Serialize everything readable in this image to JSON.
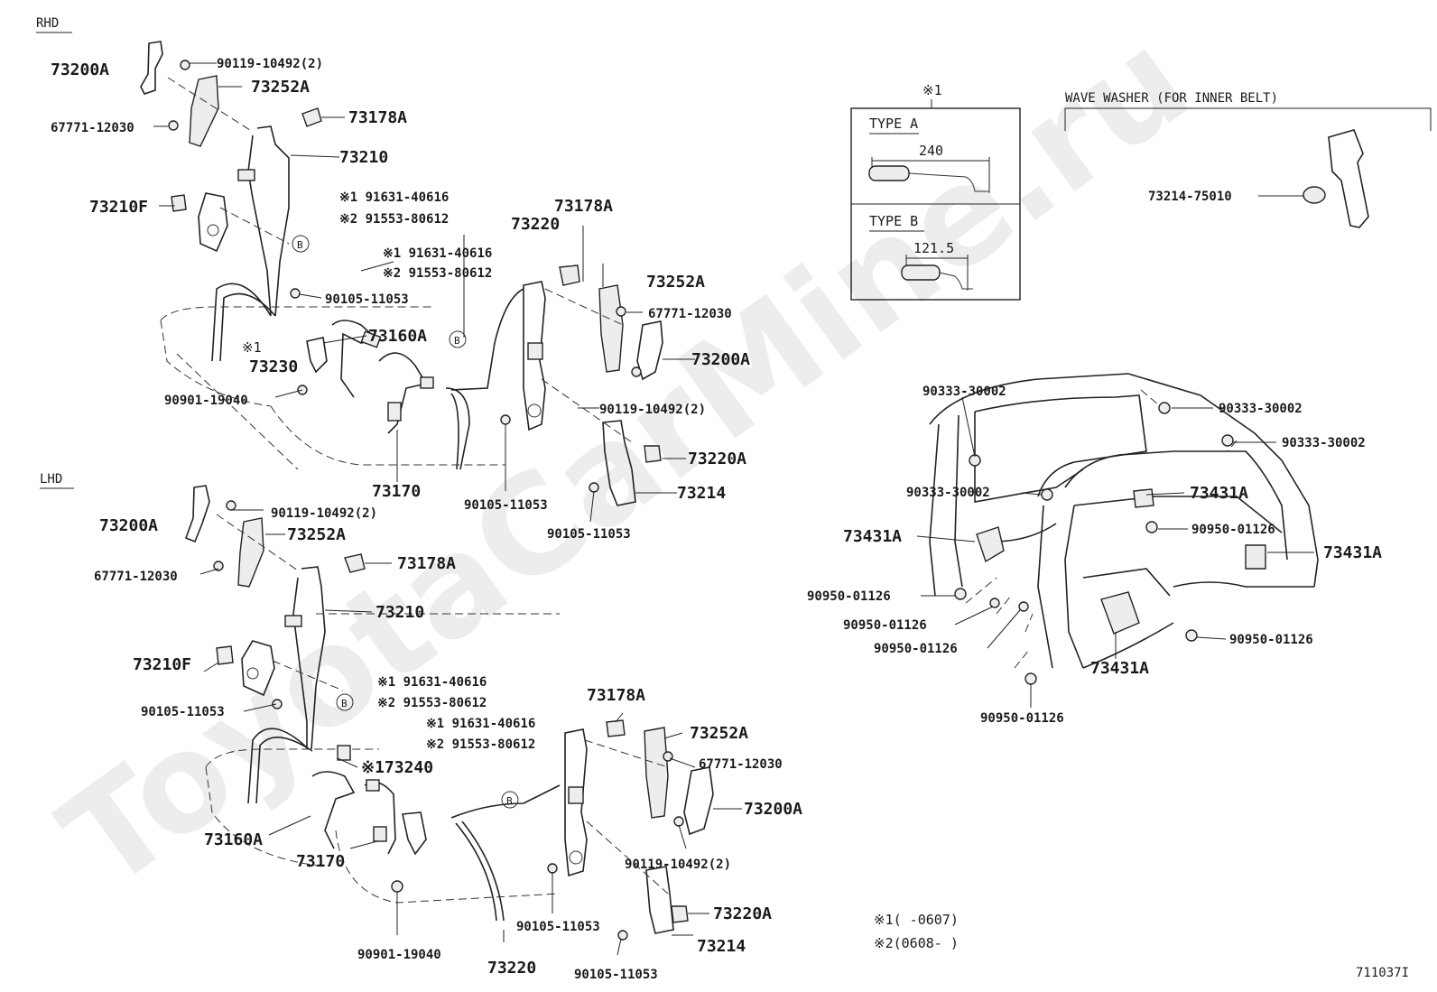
{
  "sections": {
    "rhd": "RHD",
    "lhd": "LHD"
  },
  "watermark": "ToyotaCarMine.ru",
  "inset": {
    "marker": "※1",
    "type_a": {
      "title": "TYPE A",
      "dim": "240"
    },
    "type_b": {
      "title": "TYPE B",
      "dim": "121.5"
    }
  },
  "wave_washer": {
    "title": "WAVE WASHER (FOR INNER BELT)",
    "part": "73214-75010"
  },
  "legend": {
    "note1": "※1(      -0607)",
    "note2": "※2(0608-      )"
  },
  "diagram_code": "711037I",
  "labels": {
    "r_73200A_a": "73200A",
    "r_90119_a": "90119-10492(2)",
    "r_73252A_a": "73252A",
    "r_67771_a": "67771-12030",
    "r_73178A_a": "73178A",
    "r_73210": "73210",
    "r_73210F": "73210F",
    "r_91631_a": "※1 91631-40616",
    "r_91553_a": "※2 91553-80612",
    "r_91631_b": "※1 91631-40616",
    "r_91553_b": "※2 91553-80612",
    "r_73220": "73220",
    "r_73178A_b": "73178A",
    "r_73252A_b": "73252A",
    "r_67771_b": "67771-12030",
    "r_90105_a": "90105-11053",
    "r_73160A": "73160A",
    "r_x1": "※1",
    "r_73230": "73230",
    "r_73200A_b": "73200A",
    "r_90901": "90901-19040",
    "r_90119_b": "90119-10492(2)",
    "r_73220A": "73220A",
    "r_73214": "73214",
    "r_73170": "73170",
    "r_90105_b": "90105-11053",
    "r_90105_c": "90105-11053",
    "l_73200A_a": "73200A",
    "l_90119_a": "90119-10492(2)",
    "l_73252A_a": "73252A",
    "l_67771_a": "67771-12030",
    "l_73178A_a": "73178A",
    "l_73210": "73210",
    "l_73210F": "73210F",
    "l_90105_a": "90105-11053",
    "l_91631_a": "※1 91631-40616",
    "l_91553_a": "※2 91553-80612",
    "l_91631_b": "※1 91631-40616",
    "l_91553_b": "※2 91553-80612",
    "l_73240": "※173240",
    "l_73178A_b": "73178A",
    "l_73252A_b": "73252A",
    "l_67771_b": "67771-12030",
    "l_73160A": "73160A",
    "l_73170": "73170",
    "l_73200A_b": "73200A",
    "l_90119_b": "90119-10492(2)",
    "l_90105_b": "90105-11053",
    "l_73220A": "73220A",
    "l_90901": "90901-19040",
    "l_73214": "73214",
    "l_73220": "73220",
    "l_90105_c": "90105-11053",
    "c_90333_a": "90333-30002",
    "c_90333_b": "90333-30002",
    "c_90333_c": "90333-30002",
    "c_90333_d": "90333-30002",
    "c_73431A_a": "73431A",
    "c_73431A_b": "73431A",
    "c_73431A_c": "73431A",
    "c_73431A_d": "73431A",
    "c_90950_a": "90950-01126",
    "c_90950_b": "90950-01126",
    "c_90950_c": "90950-01126",
    "c_90950_d": "90950-01126",
    "c_90950_e": "90950-01126",
    "c_90950_f": "90950-01126",
    "b_marker": "B"
  }
}
